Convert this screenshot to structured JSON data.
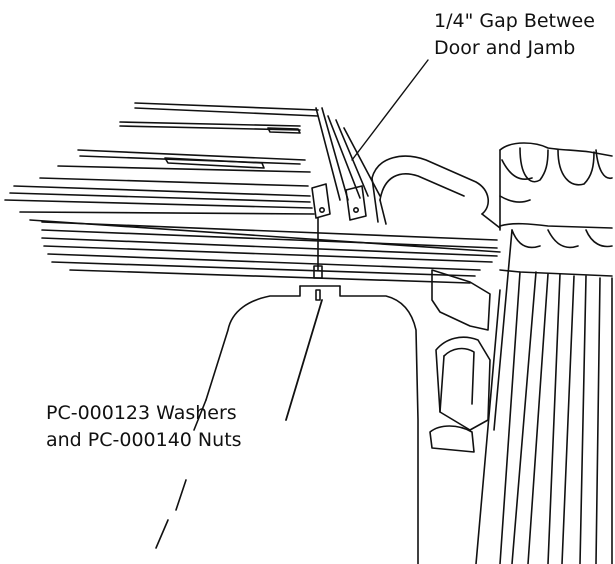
{
  "callouts": {
    "gap": {
      "line1": "1/4\" Gap Betwee",
      "line2": "Door and Jamb"
    },
    "hardware": {
      "line1": "PC-000123 Washers",
      "line2": "and PC-000140 Nuts"
    }
  },
  "colors": {
    "ink": "#111111",
    "background": "#ffffff"
  }
}
